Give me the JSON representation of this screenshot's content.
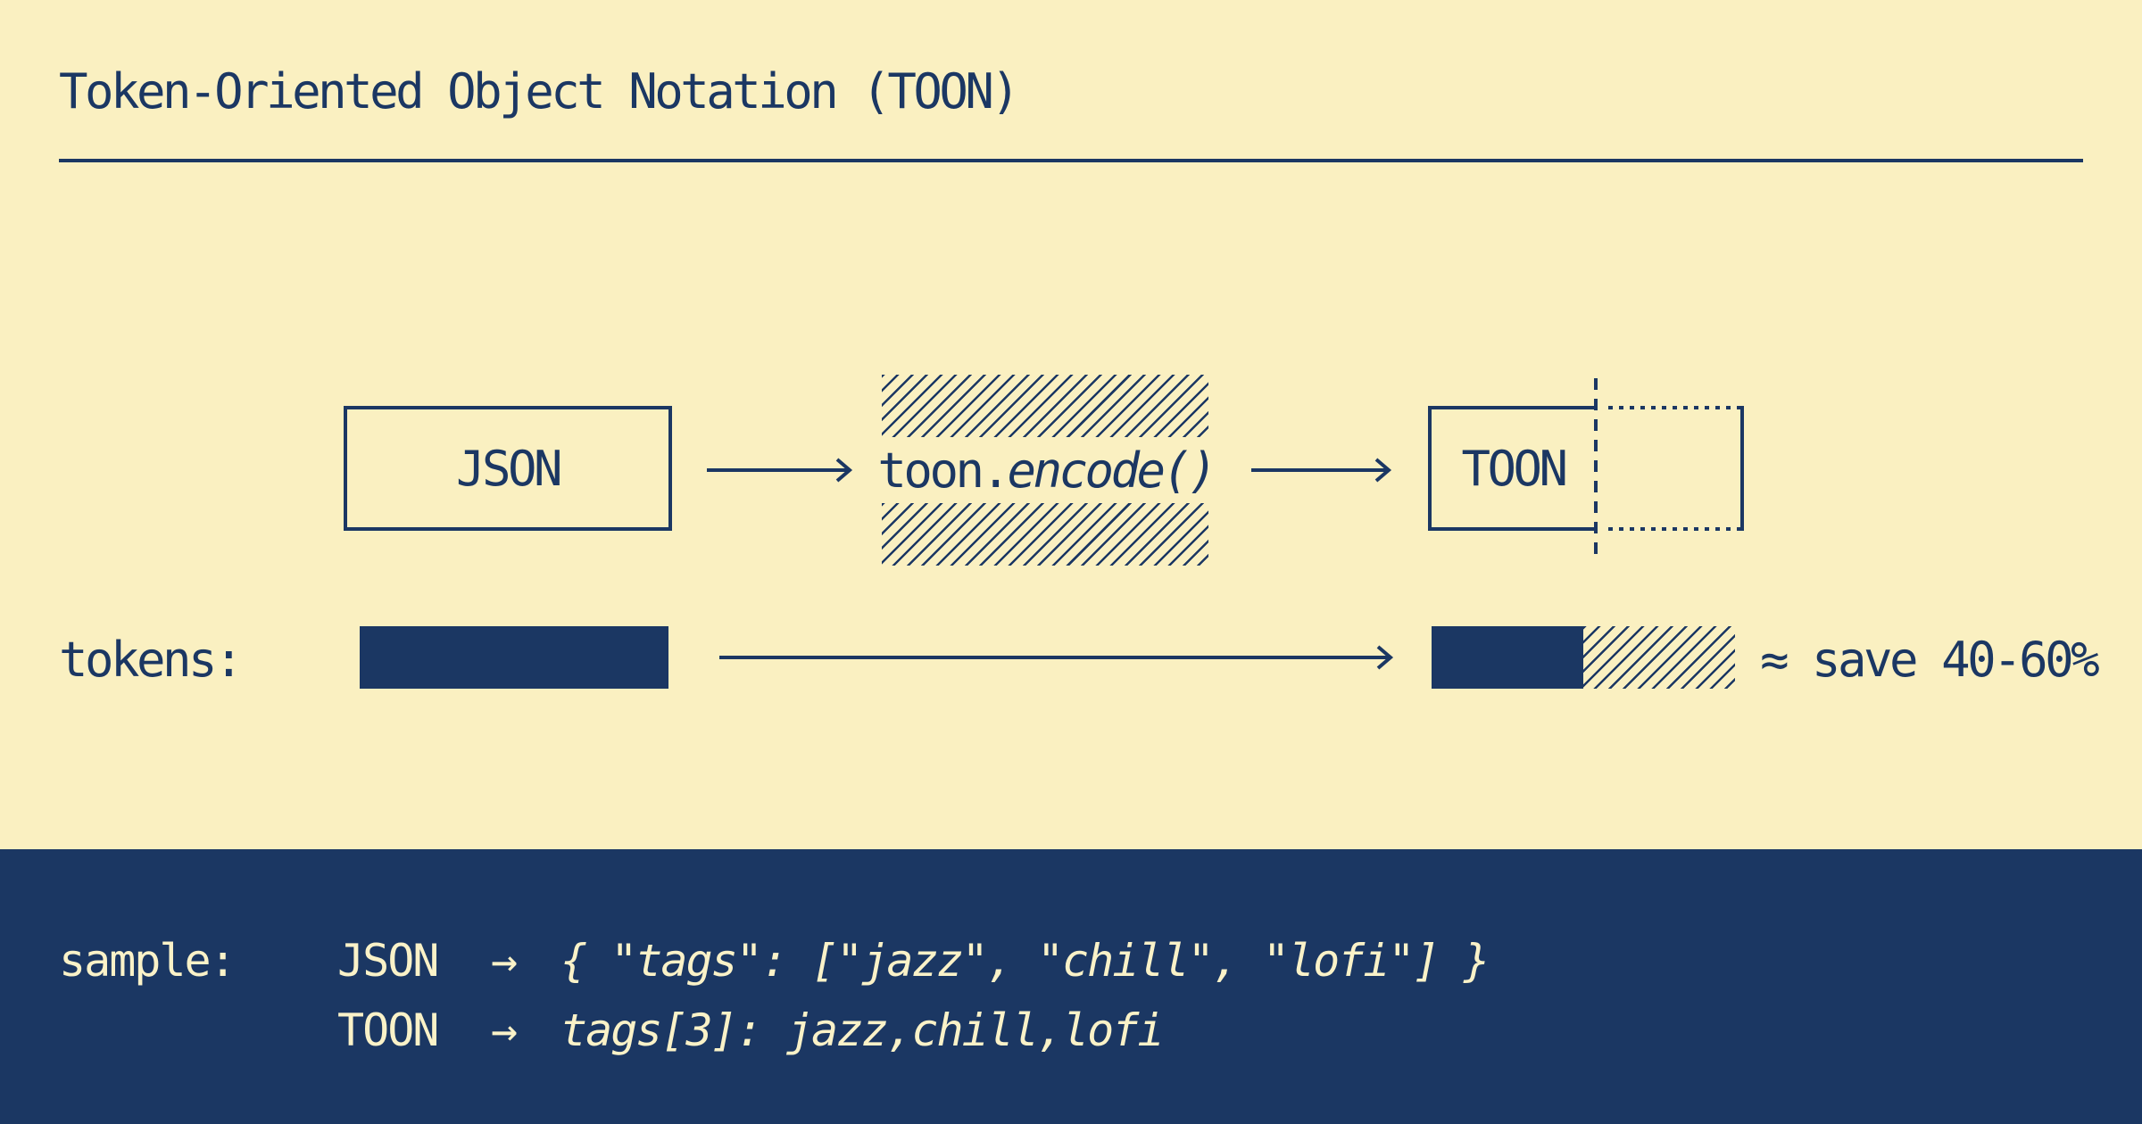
{
  "colors": {
    "background": "#FAF0C1",
    "ink": "#1B3763",
    "panel_bg": "#1B3763",
    "panel_text": "#FAF2C8"
  },
  "header": {
    "title": "Token-Oriented Object Notation (TOON)"
  },
  "pipeline": {
    "input_box_label": "JSON",
    "encode_prefix": "toon.",
    "encode_call": "encode()",
    "output_box_label": "TOON"
  },
  "tokens_row": {
    "label": "tokens:",
    "savings_note": "≈ save 40-60%"
  },
  "sample": {
    "label": "sample:",
    "arrow_glyph": "→",
    "rows": [
      {
        "format": "JSON",
        "code": "{ \"tags\": [\"jazz\", \"chill\", \"lofi\"] }"
      },
      {
        "format": "TOON",
        "code": "tags[3]: jazz,chill,lofi"
      }
    ]
  }
}
